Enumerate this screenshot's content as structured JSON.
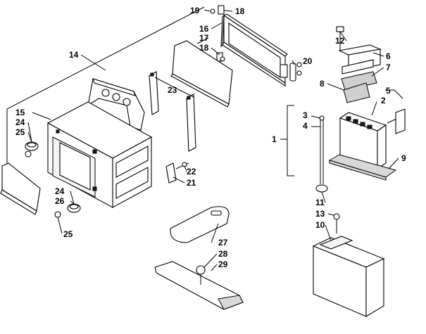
{
  "callouts": [
    {
      "id": "c1",
      "label": "1"
    },
    {
      "id": "c2",
      "label": "2"
    },
    {
      "id": "c3",
      "label": "3"
    },
    {
      "id": "c4",
      "label": "4"
    },
    {
      "id": "c5",
      "label": "5"
    },
    {
      "id": "c6",
      "label": "6"
    },
    {
      "id": "c7",
      "label": "7"
    },
    {
      "id": "c8",
      "label": "8"
    },
    {
      "id": "c9",
      "label": "9"
    },
    {
      "id": "c10",
      "label": "10"
    },
    {
      "id": "c11",
      "label": "11"
    },
    {
      "id": "c12",
      "label": "12"
    },
    {
      "id": "c13",
      "label": "13"
    },
    {
      "id": "c14",
      "label": "14"
    },
    {
      "id": "c15",
      "label": "15"
    },
    {
      "id": "c16",
      "label": "16"
    },
    {
      "id": "c17",
      "label": "17"
    },
    {
      "id": "c18a",
      "label": "18"
    },
    {
      "id": "c18b",
      "label": "18"
    },
    {
      "id": "c19",
      "label": "19"
    },
    {
      "id": "c20",
      "label": "20"
    },
    {
      "id": "c21",
      "label": "21"
    },
    {
      "id": "c22",
      "label": "22"
    },
    {
      "id": "c23",
      "label": "23"
    },
    {
      "id": "c24a",
      "label": "24"
    },
    {
      "id": "c24b",
      "label": "24"
    },
    {
      "id": "c25a",
      "label": "25"
    },
    {
      "id": "c25b",
      "label": "25"
    },
    {
      "id": "c26",
      "label": "26"
    },
    {
      "id": "c27",
      "label": "27"
    },
    {
      "id": "c28",
      "label": "28"
    },
    {
      "id": "c29",
      "label": "29"
    }
  ]
}
